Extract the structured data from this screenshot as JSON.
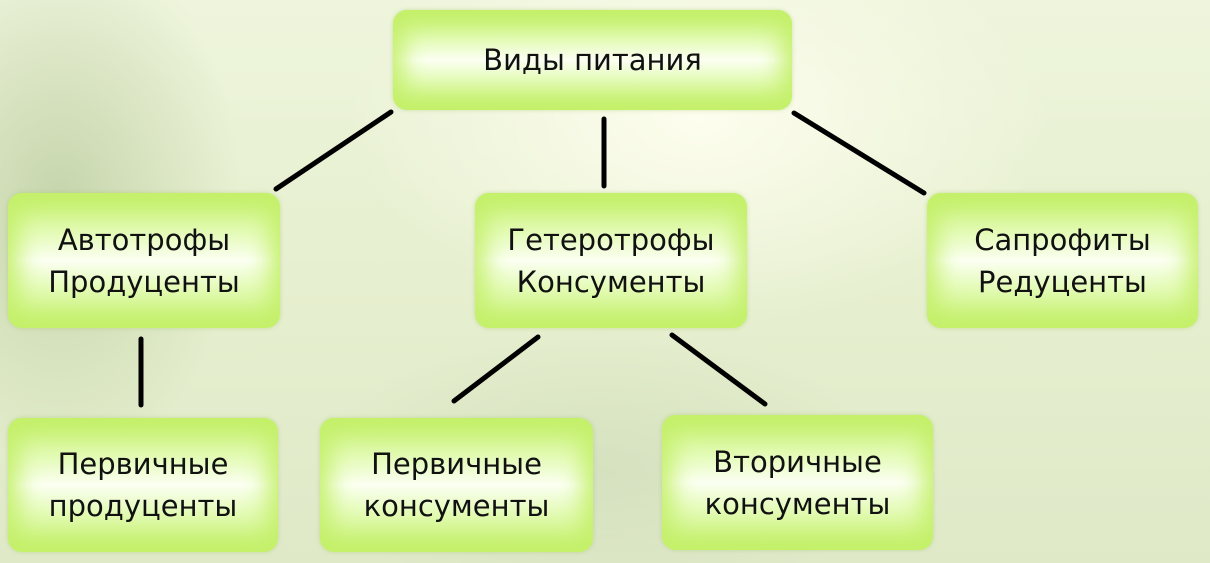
{
  "root": {
    "label": "Виды питания"
  },
  "level1": [
    {
      "line1": "Автотрофы",
      "line2": "Продуценты"
    },
    {
      "line1": "Гетеротрофы",
      "line2": "Консументы"
    },
    {
      "line1": "Сапрофиты",
      "line2": "Редуценты"
    }
  ],
  "level2": [
    {
      "line1": "Первичные",
      "line2": "продуценты"
    },
    {
      "line1": "Первичные",
      "line2": "консументы"
    },
    {
      "line1": "Вторичные",
      "line2": "консументы"
    }
  ]
}
